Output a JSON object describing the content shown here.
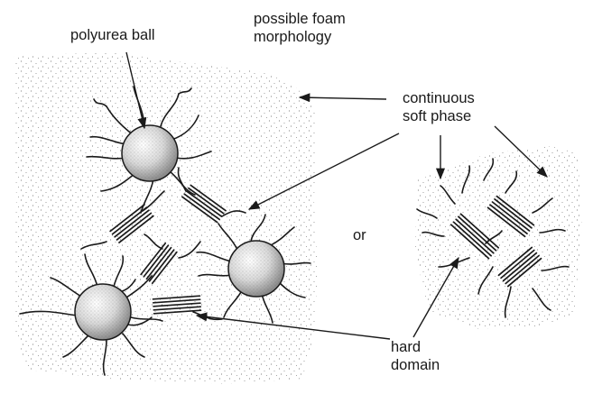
{
  "labels": {
    "polyurea_ball": "polyurea ball",
    "morphology_line1": "possible foam",
    "morphology_line2": "morphology",
    "soft_phase_line1": "continuous",
    "soft_phase_line2": "soft phase",
    "or": "or",
    "hard_domain_line1": "hard",
    "hard_domain_line2": "domain"
  },
  "colors": {
    "ink": "#1a1a1a",
    "stipple": "#8a8a8a",
    "background": "#ffffff"
  }
}
